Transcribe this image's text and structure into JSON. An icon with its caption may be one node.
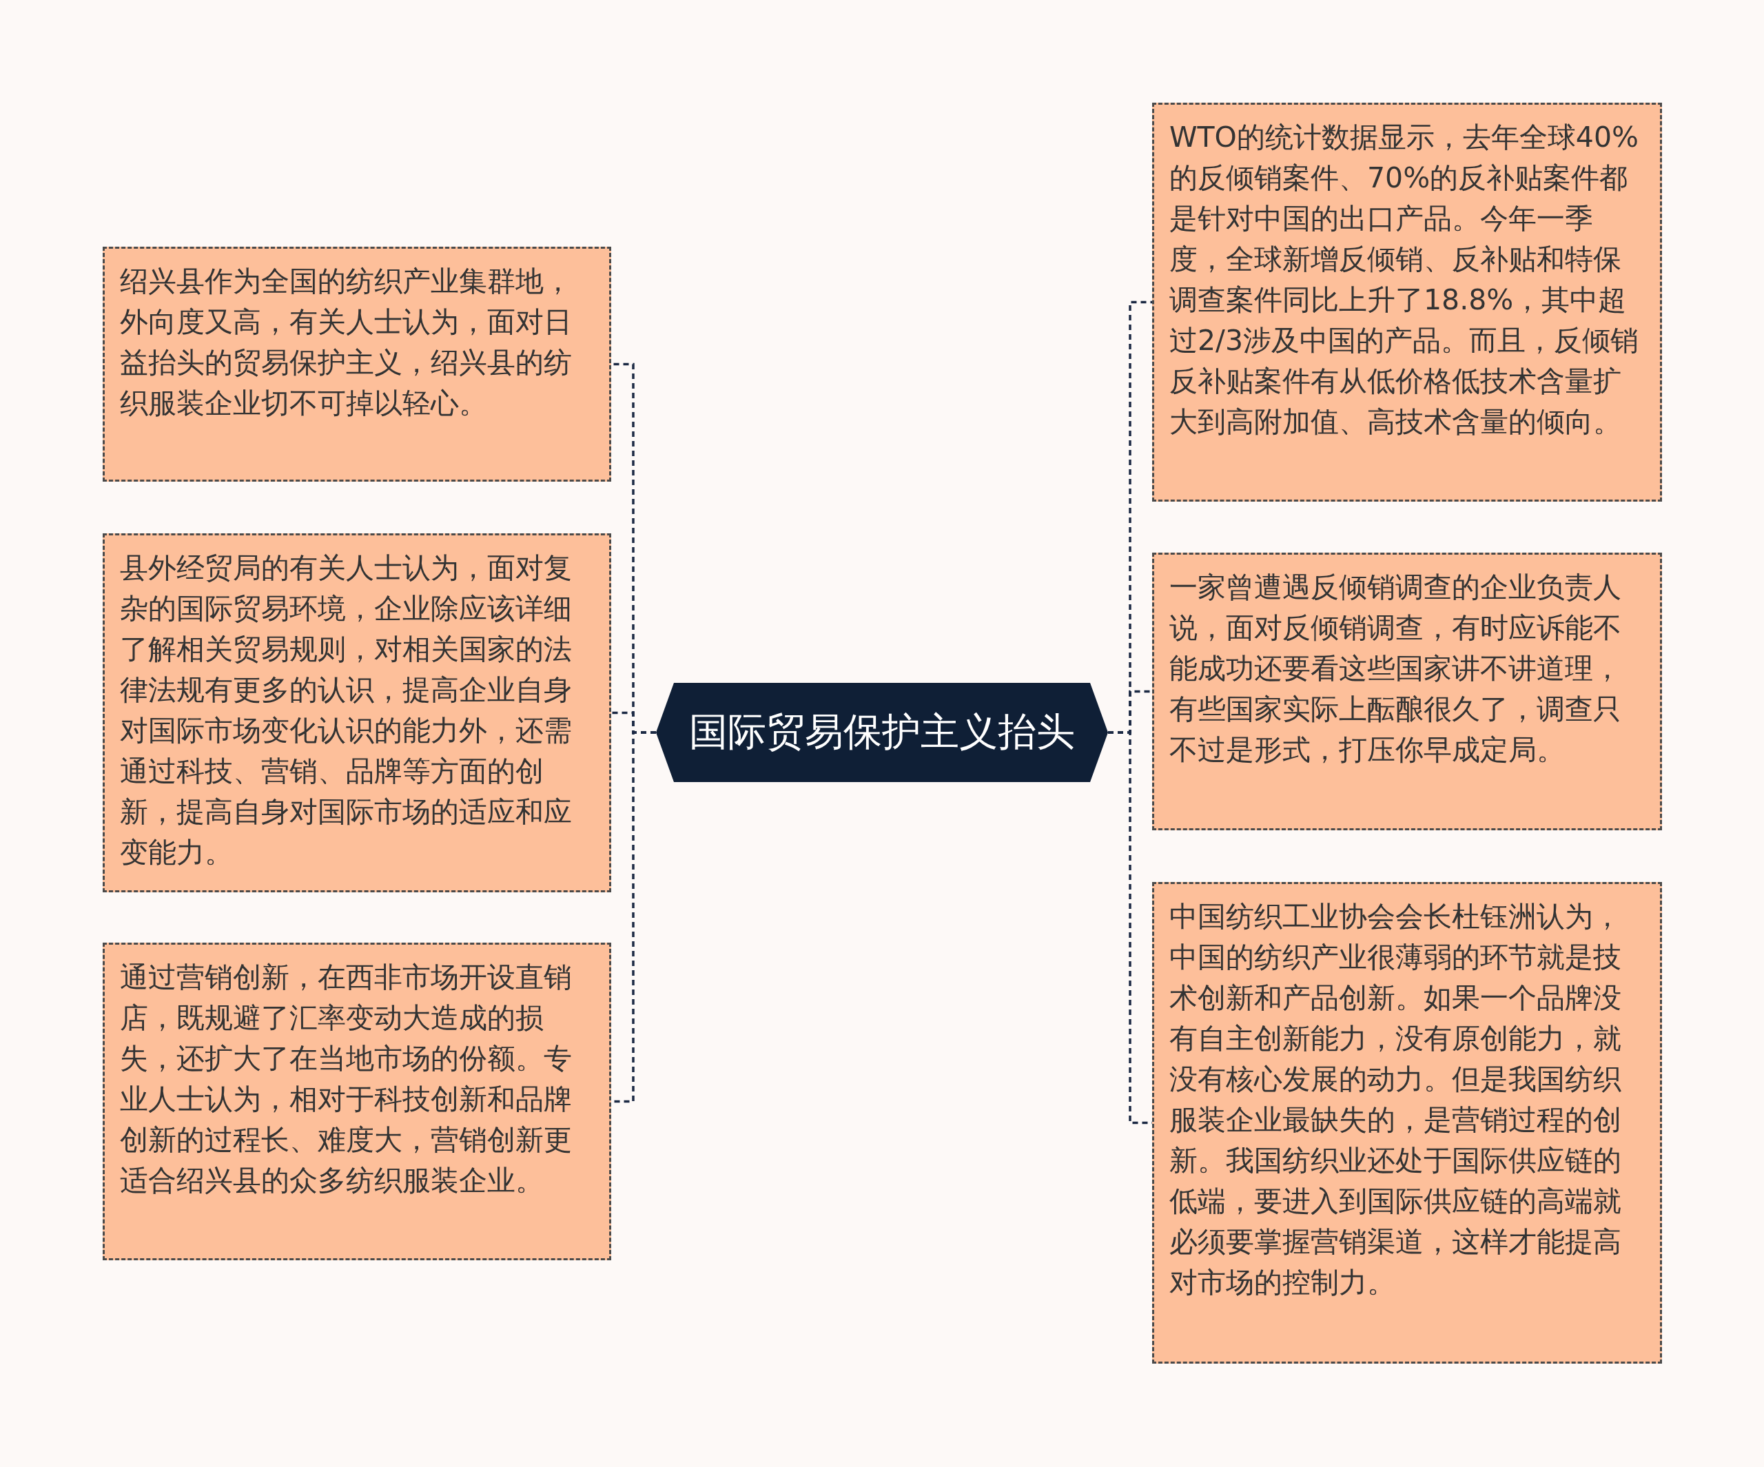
{
  "diagram": {
    "nodes": [
      {
        "text": [
          "国际贸易保护主义抬头"
        ]
      },
      {
        "text": [
          "绍兴县作为全国的纺织产业集群地，外向度又高，有关人士认为，面对日益抬头的贸易保护主义，绍兴县的纺织服装企业切不可掉以轻心。"
        ]
      },
      {
        "text": [
          "县外经贸局的有关人士认为，面对复杂的国际贸易环境，企业除应该详细了解相关贸易规则，对相关国家的法律法规有更多的认识，提高企业自身对国际市场变化认识的能力外，还需通过科技、营销、品牌等方面的创新，提高自身对国际市场的适应和应变能力。"
        ]
      },
      {
        "text": [
          "通过营销创新，在西非市场开设直销店，既规避了汇率变动大造成的损失，还扩大了在当地市场的份额。专业人士认为，相对于科技创新和品牌创新的过程长、难度大，营销创新更适合绍兴县的众多纺织服装企业。"
        ]
      },
      {
        "text": [
          "WTO的统计数据显示，去年全球40%的反倾销案件、70%的反补贴案件都是针对中国的出口产品。今年一季度，全球新增反倾销、反补贴和特保调查案件同比上升了18.8%，其中超过2/3涉及中国的产品。而且，反倾销反补贴案件有从低价格低技术含量扩大到高附加值、高技术含量的倾向。"
        ]
      },
      {
        "text": [
          "一家曾遭遇反倾销调查的企业负责人说，面对反倾销调查，有时应诉能不能成功还要看这些国家讲不讲道理，有些国家实际上酝酿很久了，调查只不过是形式，打压你早成定局。"
        ]
      },
      {
        "text": [
          "中国纺织工业协会会长杜钰洲认为，中国的纺织产业很薄弱的环节就是技术创新和产品创新。如果一个品牌没有自主创新能力，没有原创能力，就没有核心发展的动力。但是我国纺织服装企业最缺失的，是营销过程的创新。我国纺织业还处于国际供应链的低端，要进入到国际供应链的高端就必须要掌握营销渠道，这样才能提高对市场的控制力。"
        ]
      }
    ],
    "edges": [
      {
        "from": 0,
        "to": 1,
        "arrow": "none",
        "style": "dashed"
      },
      {
        "from": 0,
        "to": 2,
        "arrow": "none",
        "style": "dashed"
      },
      {
        "from": 0,
        "to": 3,
        "arrow": "none",
        "style": "dashed"
      },
      {
        "from": 0,
        "to": 4,
        "arrow": "none",
        "style": "dashed"
      },
      {
        "from": 0,
        "to": 5,
        "arrow": "none",
        "style": "dashed"
      },
      {
        "from": 0,
        "to": 6,
        "arrow": "none",
        "style": "dashed"
      }
    ]
  }
}
